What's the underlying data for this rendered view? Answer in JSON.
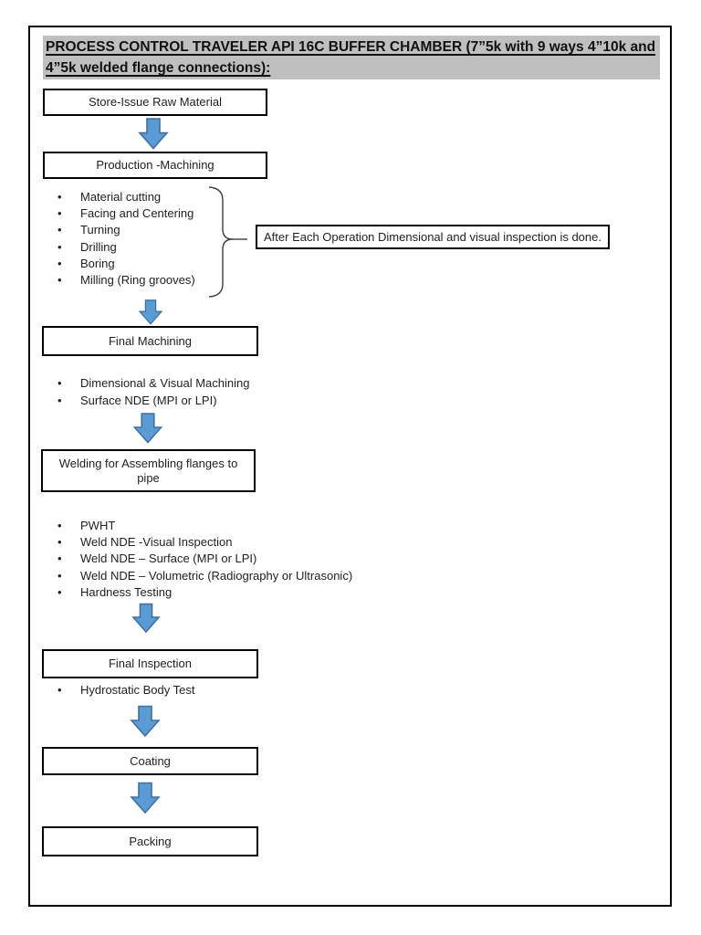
{
  "title": {
    "text": "PROCESS CONTROL TRAVELER API 16C BUFFER CHAMBER (7”5k with 9 ways 4”10k and 4”5k welded flange connections):"
  },
  "boxes": {
    "store": "Store-Issue Raw Material",
    "production": "Production -Machining",
    "final_machining": "Final Machining",
    "welding": "Welding for Assembling flanges to pipe",
    "final_inspection": "Final Inspection",
    "coating": "Coating",
    "packing": "Packing"
  },
  "note": {
    "text": "After Each Operation Dimensional and visual inspection is done."
  },
  "lists": {
    "machining_ops": {
      "items": [
        "Material cutting",
        "Facing and Centering",
        "Turning",
        "Drilling",
        "Boring",
        "Milling (Ring grooves)"
      ]
    },
    "final_machining_checks": {
      "items": [
        "Dimensional & Visual Machining",
        "Surface NDE (MPI or LPI)"
      ]
    },
    "welding_checks": {
      "items": [
        "PWHT",
        "Weld NDE -Visual Inspection",
        "Weld NDE – Surface (MPI or LPI)",
        "Weld NDE – Volumetric (Radiography or Ultrasonic)",
        "Hardness Testing"
      ]
    },
    "inspection_checks": {
      "items": [
        "Hydrostatic Body Test"
      ]
    }
  },
  "icons": {
    "bullet": "•"
  },
  "colors": {
    "arrow_fill": "#5b9bd5",
    "arrow_stroke": "#41719c",
    "title_highlight": "#bfbfbf",
    "box_border": "#000000"
  }
}
